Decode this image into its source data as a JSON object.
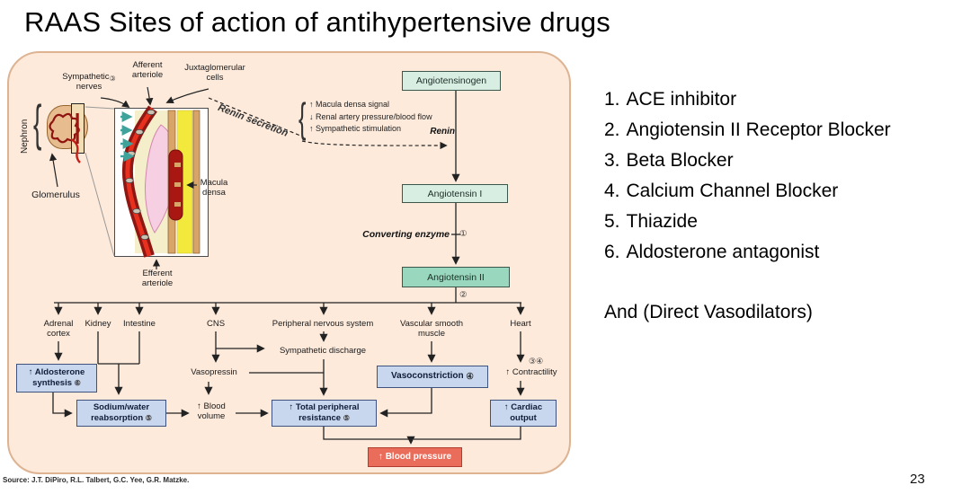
{
  "slide": {
    "title": "RAAS Sites of action of antihypertensive drugs",
    "source": "Source: J.T. DiPiro, R.L. Talbert, G.C. Yee, G.R. Matzke.",
    "page_number": "23"
  },
  "drug_list": {
    "items": [
      {
        "num": "1.",
        "label": "ACE inhibitor"
      },
      {
        "num": "2.",
        "label": "Angiotensin II Receptor Blocker"
      },
      {
        "num": "3.",
        "label": "Beta Blocker"
      },
      {
        "num": "4.",
        "label": "Calcium Channel Blocker"
      },
      {
        "num": "5.",
        "label": "Thiazide"
      },
      {
        "num": "6.",
        "label": "Aldosterone antagonist"
      }
    ],
    "footnote": "And (Direct Vasodilators)"
  },
  "diagram": {
    "anatomy": {
      "nephron": "Nephron",
      "glomerulus": "Glomerulus",
      "sympathetic_line1": "Sympathetic",
      "sympathetic_marker": "③",
      "sympathetic_line2": "nerves",
      "afferent_line1": "Afferent",
      "afferent_line2": "arteriole",
      "juxta_line1": "Juxtaglomerular",
      "juxta_line2": "cells",
      "macula_line1": "Macula",
      "macula_line2": "densa",
      "efferent_line1": "Efferent",
      "efferent_line2": "arteriole"
    },
    "renin": {
      "secretion": "Renin secretion",
      "factors": [
        "↑ Macula densa signal",
        "↓ Renal artery pressure/blood flow",
        "↑ Sympathetic stimulation"
      ],
      "renin": "Renin"
    },
    "chain": {
      "angiotensinogen": "Angiotensinogen",
      "angiotensin_i": "Angiotensin I",
      "converting_enzyme": "Converting enzyme",
      "converting_enzyme_marker": "①",
      "angiotensin_ii": "Angiotensin II",
      "angiotensin_ii_marker": "②"
    },
    "organs": {
      "adrenal_line1": "Adrenal",
      "adrenal_line2": "cortex",
      "kidney": "Kidney",
      "intestine": "Intestine",
      "cns": "CNS",
      "pns": "Peripheral nervous system",
      "vsm_line1": "Vascular smooth",
      "vsm_line2": "muscle",
      "heart": "Heart"
    },
    "effects": {
      "aldosterone_line1": "↑ Aldosterone",
      "aldosterone_line2": "synthesis",
      "aldosterone_marker": "⑥",
      "sodium_line1": "Sodium/water",
      "sodium_line2": "reabsorption",
      "sodium_marker": "⑤",
      "vasopressin": "Vasopressin",
      "sympathetic_discharge": "Sympathetic discharge",
      "blood_volume_line1": "↑ Blood",
      "blood_volume_line2": "volume",
      "tpr_line1": "↑ Total peripheral",
      "tpr_line2": "resistance",
      "tpr_marker": "⑤",
      "vasoconstriction": "Vasoconstriction",
      "vasoconstriction_marker": "④",
      "contractility": "↑ Contractility",
      "contractility_markers": "③④",
      "cardiac_line1": "↑ Cardiac",
      "cardiac_line2": "output",
      "blood_pressure": "↑ Blood pressure"
    }
  },
  "colors": {
    "panel_bg": "#fdeadb",
    "panel_border": "#ddb392",
    "green_box_bg": "#d9eee3",
    "green_box_dark_bg": "#99d7be",
    "green_box_border": "#3c564b",
    "blue_box_bg": "#c8d7ee",
    "blue_box_border": "#3e527d",
    "bp_box_bg": "#ea6d5b",
    "bp_box_border": "#b03d2f",
    "line": "#222222",
    "teal_arrow": "#3fa39b"
  }
}
